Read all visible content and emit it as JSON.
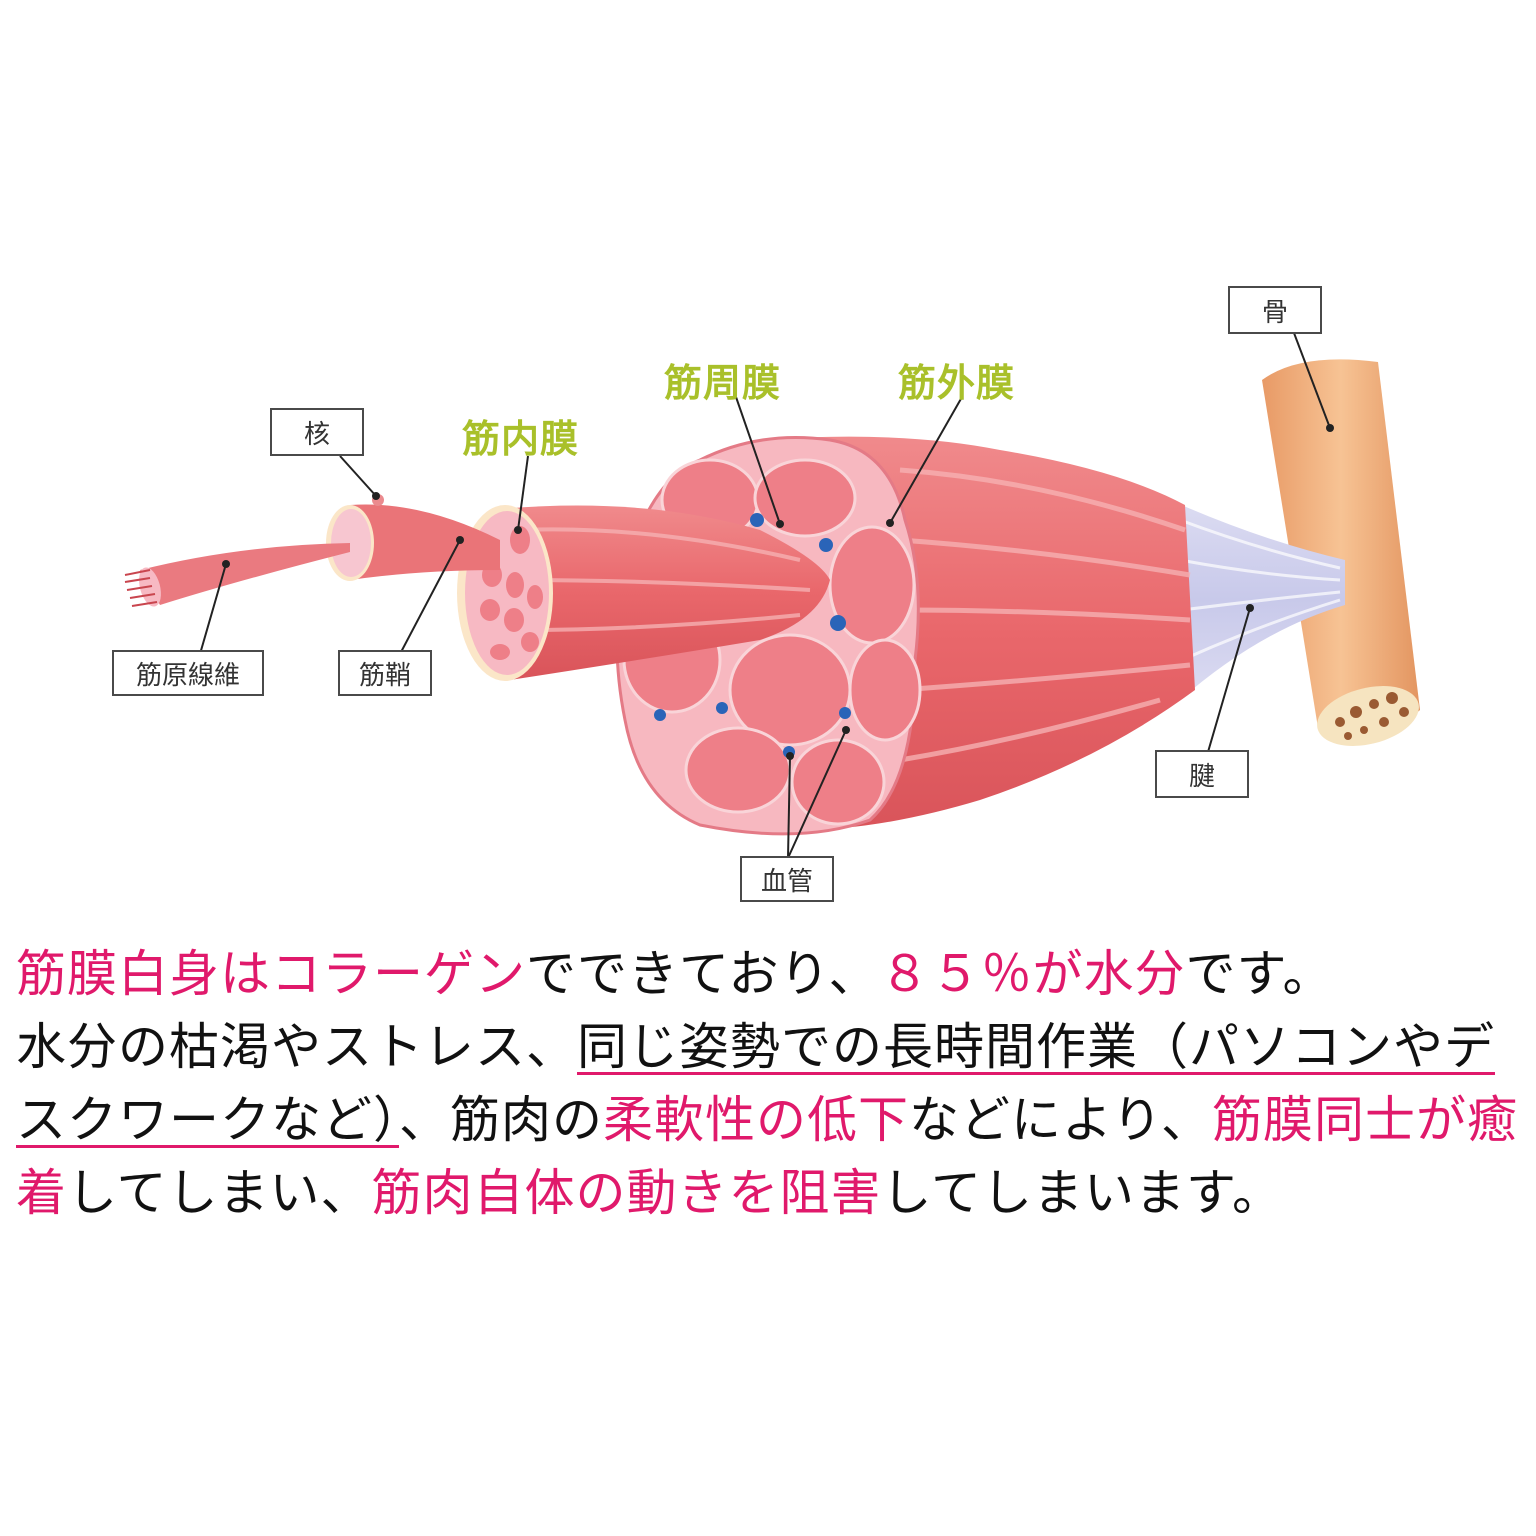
{
  "diagram": {
    "boxed_labels": {
      "nucleus": "核",
      "myofibril": "筋原線維",
      "sarcolemma": "筋鞘",
      "blood_vessel": "血管",
      "tendon": "腱",
      "bone": "骨"
    },
    "membrane_labels": {
      "endomysium": "筋内膜",
      "perimysium": "筋周膜",
      "epimysium": "筋外膜"
    },
    "colors": {
      "membrane_label": "#a9c02a",
      "muscle": "#e8666a",
      "muscle_light": "#f4a7ac",
      "tendon": "#cfd0ec",
      "bone": "#eeaa78",
      "vessel_blue": "#2a64b8"
    }
  },
  "paragraph": {
    "segments": [
      {
        "text": "筋膜白身はコラーゲン",
        "style": "highlight"
      },
      {
        "text": "でできており、",
        "style": "normal"
      },
      {
        "text": "８５％が水分",
        "style": "highlight"
      },
      {
        "text": "です。",
        "style": "normal"
      },
      {
        "text": "水分の枯渇やストレス、",
        "style": "normal"
      },
      {
        "text": "同じ姿勢での長時間作業（パソコンやデスクワークなど）",
        "style": "underline"
      },
      {
        "text": "、筋肉の",
        "style": "normal"
      },
      {
        "text": "柔軟性の低下",
        "style": "highlight"
      },
      {
        "text": "などにより、",
        "style": "normal"
      },
      {
        "text": "筋膜同士が癒着",
        "style": "highlight"
      },
      {
        "text": "してしまい、",
        "style": "normal"
      },
      {
        "text": "筋肉自体の動きを阻害",
        "style": "highlight"
      },
      {
        "text": "してしまいます。",
        "style": "normal"
      }
    ],
    "highlight_color": "#e0196b",
    "text_color": "#111111"
  }
}
